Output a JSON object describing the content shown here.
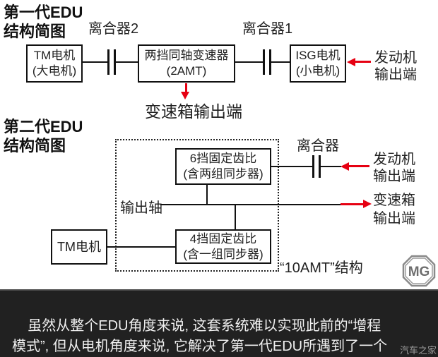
{
  "colors": {
    "arrow_red": "#e60012",
    "line_black": "#111111",
    "caption_bg": "#212121"
  },
  "gen1": {
    "title": "第一代EDU\n结构简图",
    "clutch2_label": "离合器2",
    "clutch1_label": "离合器1",
    "tm_box": {
      "line1": "TM电机",
      "line2": "(大电机)"
    },
    "amt_box": {
      "line1": "两挡同轴变速器",
      "line2": "(2AMT)"
    },
    "isg_box": {
      "line1": "ISG电机",
      "line2": "(小电机)"
    },
    "gearbox_output_label": "变速箱输出端",
    "engine_output_text": "发动机\n输出端"
  },
  "gen2": {
    "title": "第二代EDU\n结构简图",
    "clutch_label": "离合器",
    "six_gear_box": {
      "line1": "6挡固定齿比",
      "line2": "(含两组同步器)"
    },
    "four_gear_box": {
      "line1": "4挡固定齿比",
      "line2": "(含一组同步器)"
    },
    "tm_box_label": "TM电机",
    "output_shaft_label": "输出轴",
    "engine_output_text": "发动机\n输出端",
    "gearbox_output_text": "变速箱\n输出端",
    "amt_structure_label": "“10AMT”结构"
  },
  "logo": {
    "mg_text": "MG"
  },
  "caption": {
    "text": "虽然从整个EDU角度来说, 这套系统难以实现此前的“增程\n模式”, 但从电机角度来说, 它解决了第一代EDU所遇到了一个\n问题: 换挡动力中断, 或者说就是“换挡迟滞感”。)",
    "watermark": "汽车之家"
  }
}
